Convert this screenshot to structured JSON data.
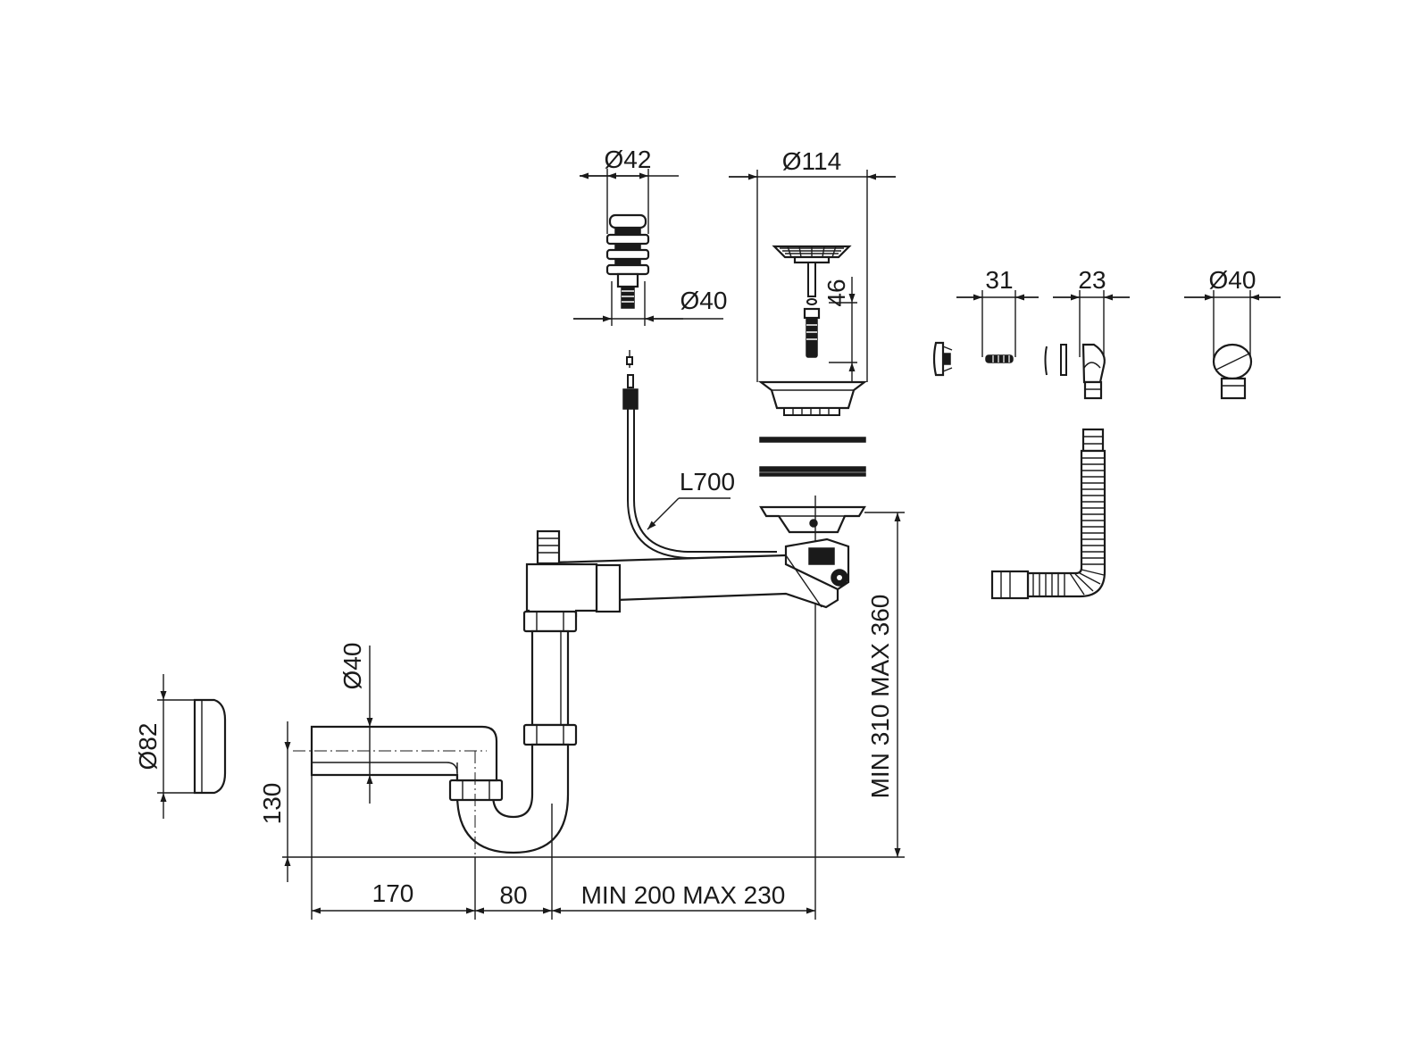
{
  "dimensions": {
    "stopper_diameter_top": "Ø42",
    "stopper_diameter_bottom": "Ø40",
    "strainer_diameter": "Ø114",
    "strainer_height": "46",
    "overflow_screw": "31",
    "overflow_body": "23",
    "overflow_outlet_diameter": "Ø40",
    "cable_length": "L700",
    "cap_diameter": "Ø82",
    "outlet_diameter": "Ø40",
    "outlet_height": "130",
    "offset_170": "170",
    "offset_80": "80",
    "horizontal_range": "MIN 200 MAX 230",
    "vertical_range": "MIN 310 MAX 360"
  }
}
